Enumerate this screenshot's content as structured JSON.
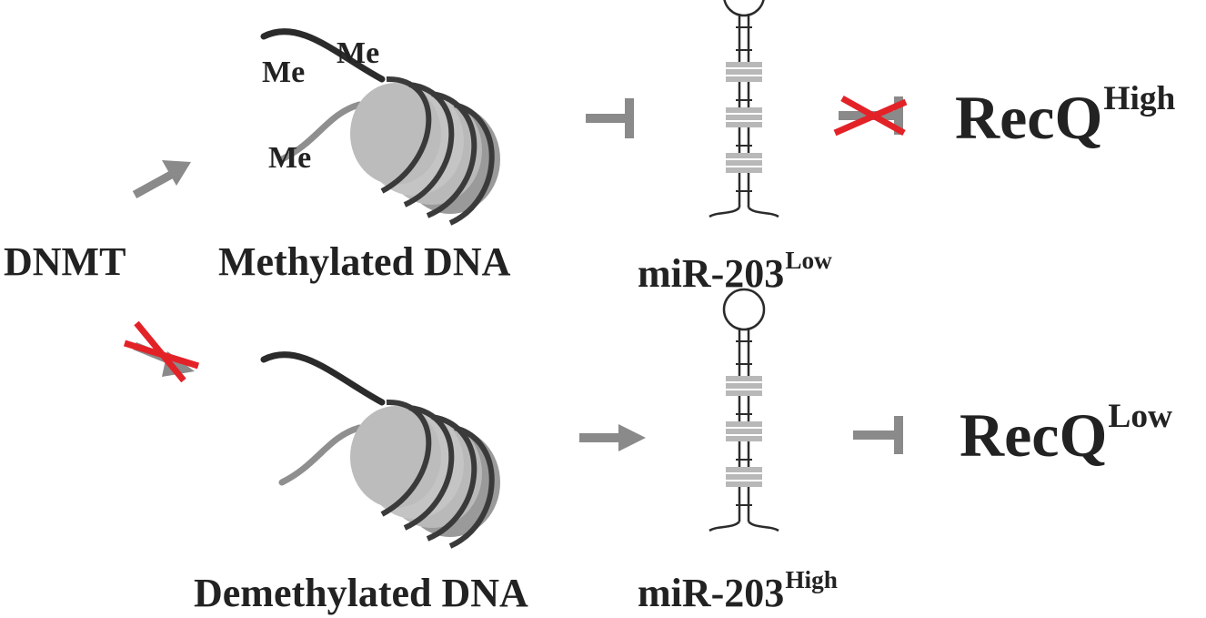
{
  "labels": {
    "dnmt": "DNMT",
    "methylated_dna": "Methylated DNA",
    "demethylated_dna": "Demethylated DNA",
    "me_mark": "Me",
    "mir_name": "miR-203",
    "mir_top_level": "Low",
    "mir_bottom_level": "High",
    "recq_name": "RecQ",
    "recq_top_level": "High",
    "recq_bottom_level": "Low"
  },
  "colors": {
    "arrow_gray": "#8a8a8a",
    "cross_red": "#e32228",
    "dna_dark": "#2b2b2b",
    "dna_light": "#8f8f8f",
    "histone_light": "#b9b9b9",
    "histone_mid": "#9a9a9a",
    "text": "#222222"
  },
  "icons": [
    "nucleosome-icon",
    "mirna-hairpin-icon",
    "activation-arrow-icon",
    "inhibition-arrow-icon",
    "red-cross-icon"
  ]
}
